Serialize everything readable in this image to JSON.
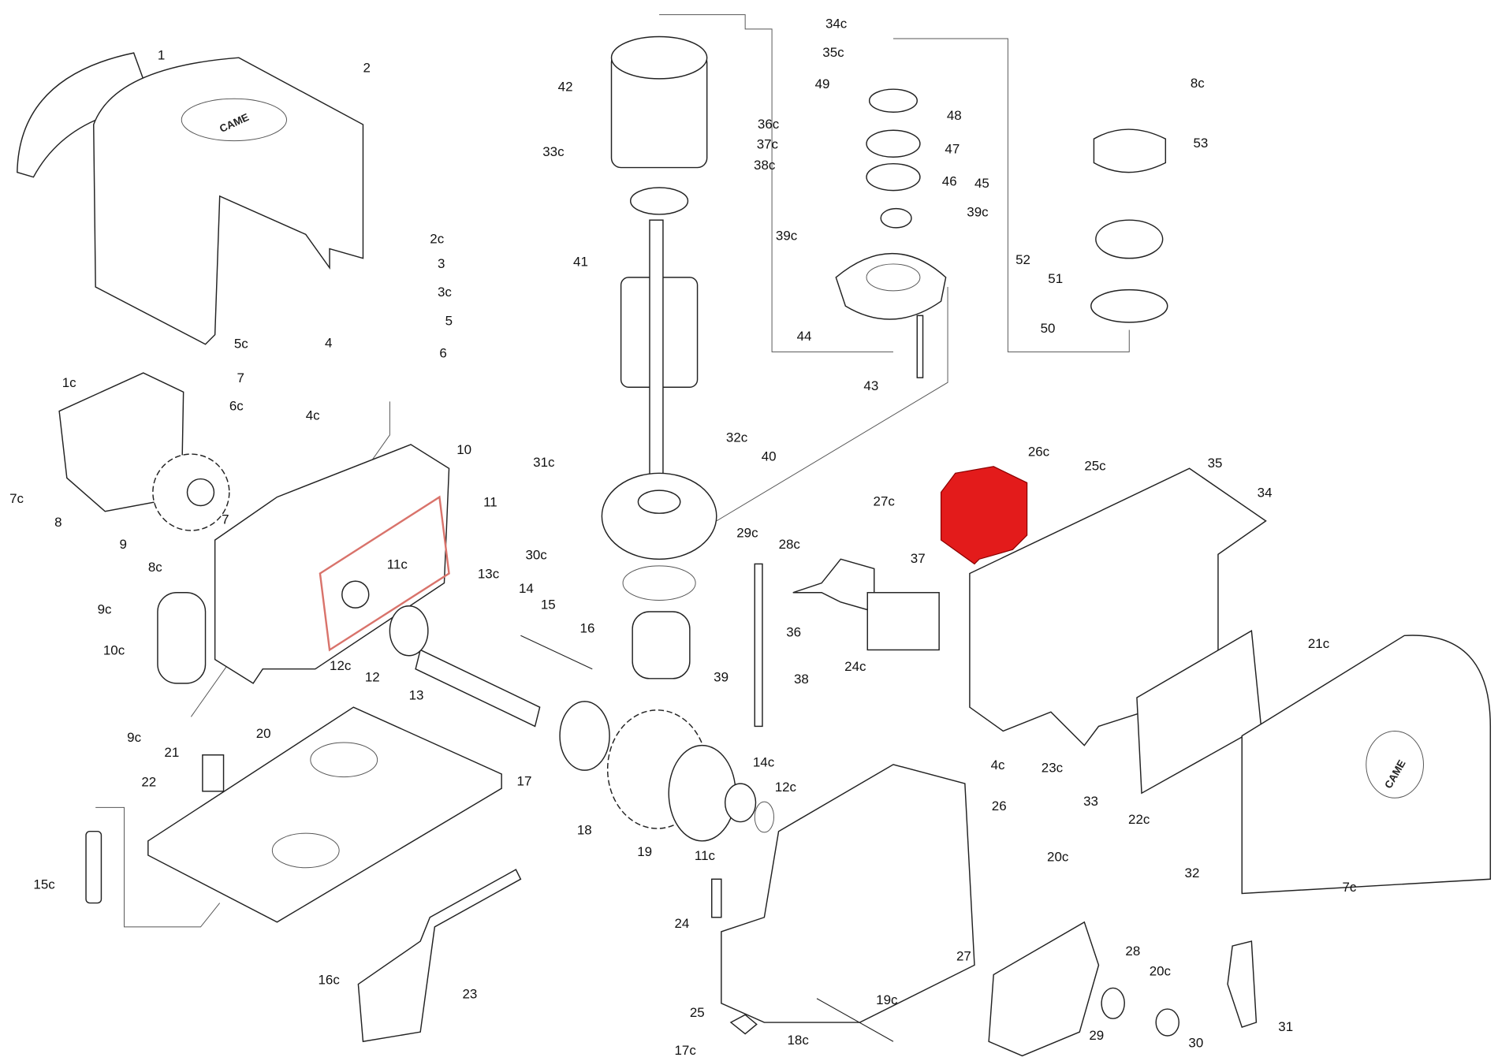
{
  "diagram": {
    "type": "exploded-parts-diagram",
    "highlight_color": "#e31b1b",
    "gasket_color": "#d9736b",
    "highlighted_part": "37",
    "cover_logo_text": "CAME",
    "labels": [
      "1",
      "2",
      "2c",
      "3",
      "3c",
      "5",
      "4",
      "5c",
      "6",
      "7",
      "6c",
      "4c",
      "1c",
      "7c",
      "8",
      "9",
      "7",
      "8c",
      "9c",
      "10c",
      "9c",
      "10",
      "11",
      "11c",
      "12c",
      "12",
      "13c",
      "14",
      "15",
      "16",
      "13",
      "20",
      "21",
      "22",
      "15c",
      "16c",
      "23",
      "42",
      "33c",
      "41",
      "32c",
      "40",
      "31c",
      "30c",
      "29c",
      "28c",
      "39",
      "38",
      "17",
      "14c",
      "12c",
      "18",
      "19",
      "11c",
      "34c",
      "35c",
      "49",
      "48",
      "47",
      "36c",
      "37c",
      "38c",
      "46",
      "45",
      "39c",
      "39c",
      "44",
      "43",
      "8c",
      "53",
      "52",
      "51",
      "50",
      "26c",
      "25c",
      "27c",
      "35",
      "34",
      "37",
      "36",
      "24c",
      "21c",
      "4c",
      "23c",
      "33",
      "22c",
      "26",
      "32",
      "7c",
      "20c",
      "24",
      "27",
      "28",
      "20c",
      "25",
      "19c",
      "18c",
      "17c",
      "29",
      "30",
      "31"
    ]
  }
}
